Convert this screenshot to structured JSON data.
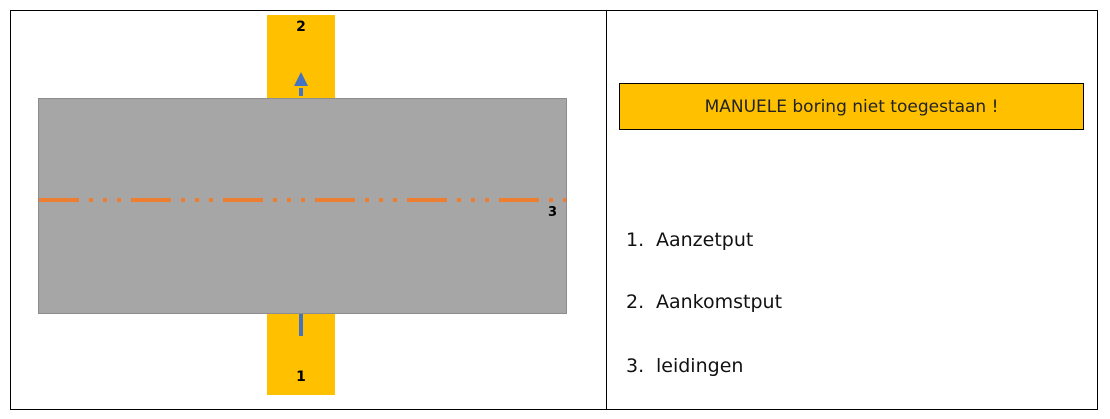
{
  "diagram": {
    "pits": [
      {
        "id": "top",
        "label": "2"
      },
      {
        "id": "bottom",
        "label": "1"
      }
    ],
    "pipe_label": "3",
    "colors": {
      "pit": "#ffc000",
      "road": "#a6a6a6",
      "pipe": "#ed7d31",
      "arrow": "#4472c4"
    }
  },
  "warning": {
    "text": "MANUELE boring niet toegestaan !"
  },
  "legend": {
    "items": [
      {
        "num": "1.",
        "label": "Aanzetput"
      },
      {
        "num": "2.",
        "label": "Aankomstput"
      },
      {
        "num": "3.",
        "label": "leidingen"
      }
    ]
  }
}
